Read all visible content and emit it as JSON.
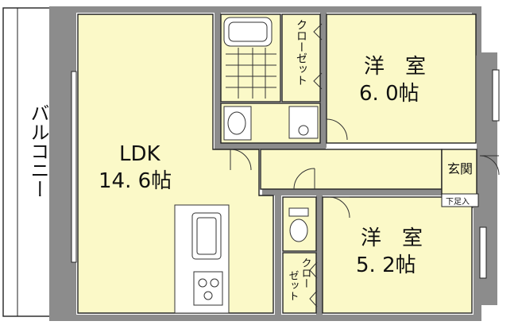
{
  "colors": {
    "wall": "#8c8c8c",
    "room_fill": "#fbf9c8",
    "outline": "#222222",
    "fixture": "#ffffff"
  },
  "rooms": {
    "balcony": "バルコニー",
    "ldk_name": "LDK",
    "ldk_size": "14. 6帖",
    "room1_name": "洋　室",
    "room1_size": "6. 0帖",
    "room2_name": "洋　室",
    "room2_size": "5. 2帖",
    "closet_top": "クローゼット",
    "closet_bottom_1": "クロー",
    "closet_bottom_2": "ゼット",
    "entrance": "玄関",
    "shoe_box": "下足入"
  },
  "icons": [
    "bathtub-icon",
    "washbasin-icon",
    "washing-machine-icon",
    "toilet-icon",
    "kitchen-sink-icon",
    "stove-icon"
  ]
}
